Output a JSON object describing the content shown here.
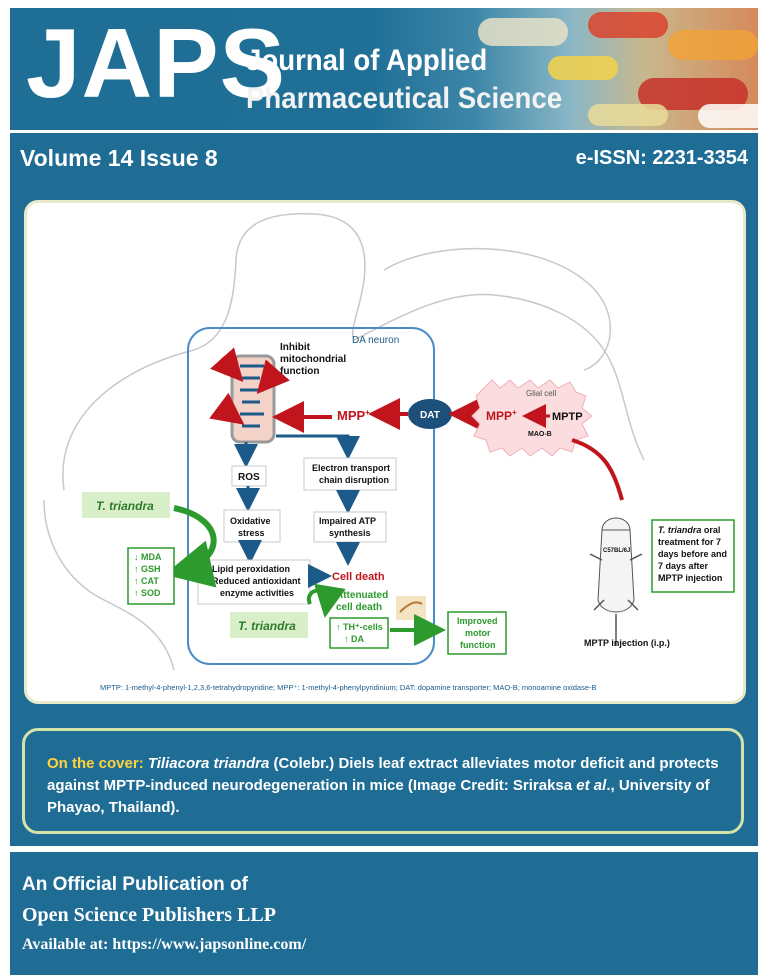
{
  "header": {
    "logo": "JAPS",
    "journal_line1": "Journal of Applied",
    "journal_line2": "Pharmaceutical Science"
  },
  "volume_bar": {
    "volume": "Volume 14 Issue 8",
    "issn": "e-ISSN: 2231-3354"
  },
  "figure": {
    "neuron_label": "DA neuron",
    "inhibit": [
      "Inhibit",
      "mitochondrial",
      "function"
    ],
    "mpp_inside": "MPP",
    "mpp_sup": "+",
    "dat": "DAT",
    "glial_label": "Glial cell",
    "glial_mpp": "MPP",
    "glial_mpp_sup": "+",
    "glial_mptp": "MPTP",
    "mao_b": "MAO-B",
    "ros": "ROS",
    "etc": [
      "Electron transport",
      "chain disruption"
    ],
    "oxidative": [
      "Oxidative",
      "stress"
    ],
    "atp": [
      "Impaired ATP",
      "synthesis"
    ],
    "lipid_items": [
      "Lipid peroxidation",
      "Reduced antioxidant",
      "enzyme activities"
    ],
    "cell_death": "Cell death",
    "attenuated": [
      "Attenuated",
      "cell death"
    ],
    "t_triandra_left": "T. triandra",
    "t_triandra_bottom": "T. triandra",
    "markers": [
      "↓ MDA",
      "↑ GSH",
      "↑ CAT",
      "↑ SOD"
    ],
    "th_box": [
      "↑ TH⁺-cells",
      "↑ DA"
    ],
    "improved": [
      "Improved",
      "motor",
      "function"
    ],
    "treatment_lines": [
      "oral",
      "treatment for 7",
      "days before and",
      "7 days after",
      "MPTP injection"
    ],
    "treatment_italic": "T. triandra",
    "mouse_tag": "C57BL/6J",
    "mptp_injection": "MPTP injection (i.p.)",
    "footnote": "MPTP: 1-methyl-4-phenyl-1,2,3,6-tetrahydropyridine; MPP⁺: 1-methyl-4-phenylpyridinium; DAT: dopamine transporter; MAO-B; monoamine oxidase-B"
  },
  "cover": {
    "label": "On the cover:",
    "species": "Tiliacora triandra",
    "text_1": " (Colebr.) Diels leaf extract alleviates motor deficit and protects against MPTP-induced neurodegeneration in mice (Image Credit: Sriraksa ",
    "et_al": "et al",
    "text_2": "., University of Phayao, Thailand)."
  },
  "footer": {
    "line1": "An Official Publication of",
    "line2": "Open Science Publishers LLP",
    "line3": "Available at: https://www.japsonline.com/"
  },
  "colors": {
    "brand_blue": "#1f6d95",
    "accent_yellow": "#ffd23c",
    "arrow_red": "#c0151c",
    "arrow_blue": "#1c5a8a",
    "green": "#2c9a2c"
  }
}
